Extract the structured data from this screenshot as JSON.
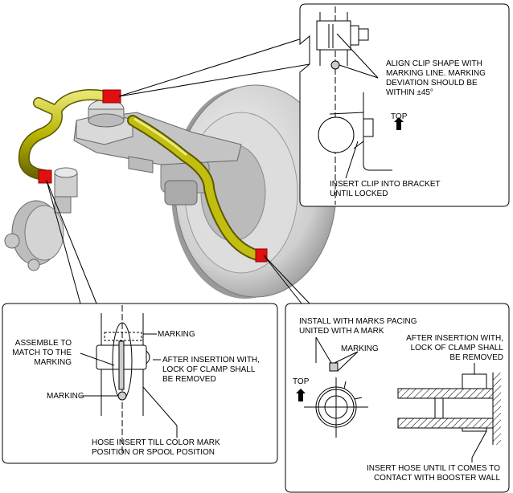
{
  "diagram": {
    "subject": "Vacuum hose installation",
    "colors": {
      "hose": "#b8b400",
      "clamp": "#e01010",
      "component": "#c8c8c8",
      "line": "#000000"
    }
  },
  "top_right_detail": {
    "note1": [
      "ALIGN CLIP SHAPE WITH",
      "MARKING LINE. MARKING",
      "DEVIATION SHOULD BE",
      "WITHIN ±45°"
    ],
    "top_label": "TOP",
    "note2": [
      "INSERT CLIP INTO BRACKET",
      "UNTIL LOCKED"
    ]
  },
  "bottom_left_detail": {
    "marking_top": "MARKING",
    "assemble": [
      "ASSEMBLE TO",
      "MATCH TO THE",
      "MARKING"
    ],
    "after_insertion": [
      "AFTER INSERTION WITH,",
      "LOCK OF CLAMP SHALL",
      "BE REMOVED"
    ],
    "marking_bottom": "MARKING",
    "hose_insert": [
      "HOSE INSERT TILL COLOR MARK",
      "POSITION OR SPOOL POSITION"
    ]
  },
  "bottom_right_detail": {
    "install": [
      "INSTALL WITH MARKS PACING",
      "UNITED WITH A MARK"
    ],
    "marking": "MARKING",
    "top_label": "TOP",
    "after_insertion": [
      "AFTER INSERTION WITH,",
      "LOCK OF CLAMP SHALL",
      "BE REMOVED"
    ],
    "insert_hose": [
      "INSERT HOSE UNTIL IT COMES TO",
      "CONTACT WITH BOOSTER WALL"
    ]
  }
}
